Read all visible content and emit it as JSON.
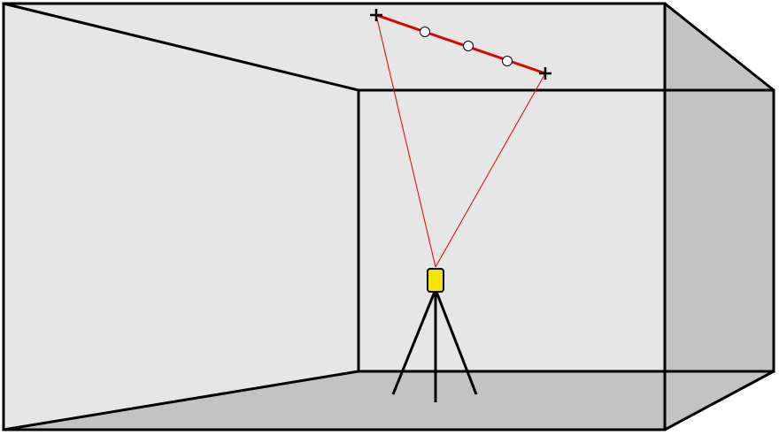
{
  "diagram": {
    "colors": {
      "wall_light": "#e6e6e6",
      "wall_dark": "#c3c3c3",
      "edge": "#000000",
      "laser": "#e00000",
      "instrument": "#f5e400",
      "marker_fill": "#ffffff"
    },
    "elements": {
      "measured_line": {
        "intermediate_point_count": 3,
        "end_markers": "crosshair"
      },
      "instrument": {
        "type": "tripod-mounted laser unit"
      }
    }
  }
}
